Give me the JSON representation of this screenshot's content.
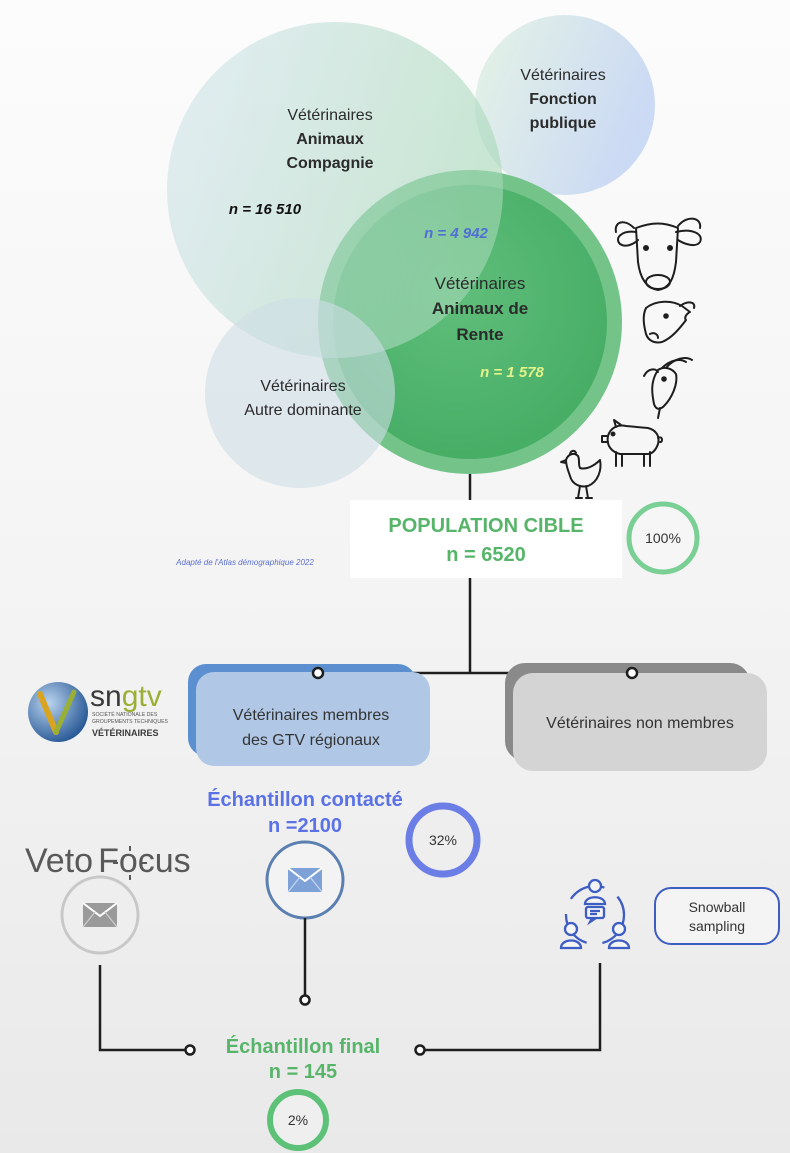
{
  "venn": {
    "compagnie": {
      "line1": "Vétérinaires",
      "line2": "Animaux",
      "line3": "Compagnie",
      "n": "n = 16 510"
    },
    "fonction_publique": {
      "line1": "Vétérinaires",
      "line2": "Fonction",
      "line3": "publique"
    },
    "rente": {
      "line1": "Vétérinaires",
      "line2": "Animaux de",
      "line3": "Rente",
      "n_overlap_compagnie": "n = 4 942",
      "n_mixte": "n = 1 578"
    },
    "autre_dominante": {
      "line1": "Vétérinaires",
      "line2": "Autre dominante"
    }
  },
  "animal_icons": [
    "cow-icon",
    "bovine-side-icon",
    "goat-icon",
    "pig-icon",
    "chicken-icon"
  ],
  "population_cible": {
    "title": "POPULATION CIBLE",
    "n": "n = 6520",
    "percent": "100%"
  },
  "source_note": "Adapté de l'Atlas démographique 2022",
  "branches": {
    "members": {
      "line1": "Vétérinaires membres",
      "line2": "des GTV régionaux"
    },
    "non_members": {
      "label": "Vétérinaires non membres"
    }
  },
  "logos": {
    "sngtv": {
      "name_a": "sn",
      "name_b": "gtv",
      "sub1": "SOCIÉTÉ NATIONALE DES",
      "sub2": "GROUPEMENTS TECHNIQUES",
      "sub3": "VÉTÉRINAIRES"
    },
    "vetofocus": {
      "part_a": "Veto",
      "part_b": "Focus"
    }
  },
  "echantillon_contacte": {
    "title": "Échantillon contacté",
    "n": "n =2100",
    "percent": "32%",
    "channel_icon": "mail-icon"
  },
  "vetofocus_channel_icon": "mail-icon",
  "snowball": {
    "line1": "Snowball",
    "line2": "sampling",
    "icon": "people-network-icon"
  },
  "echantillon_final": {
    "title": "Échantillon final",
    "n": "n = 145",
    "percent": "2%"
  },
  "colors": {
    "green": "#57b56a",
    "blue": "#5a72e6",
    "members_box": "#b0c8e6",
    "non_members_box": "#d4d4d4"
  }
}
